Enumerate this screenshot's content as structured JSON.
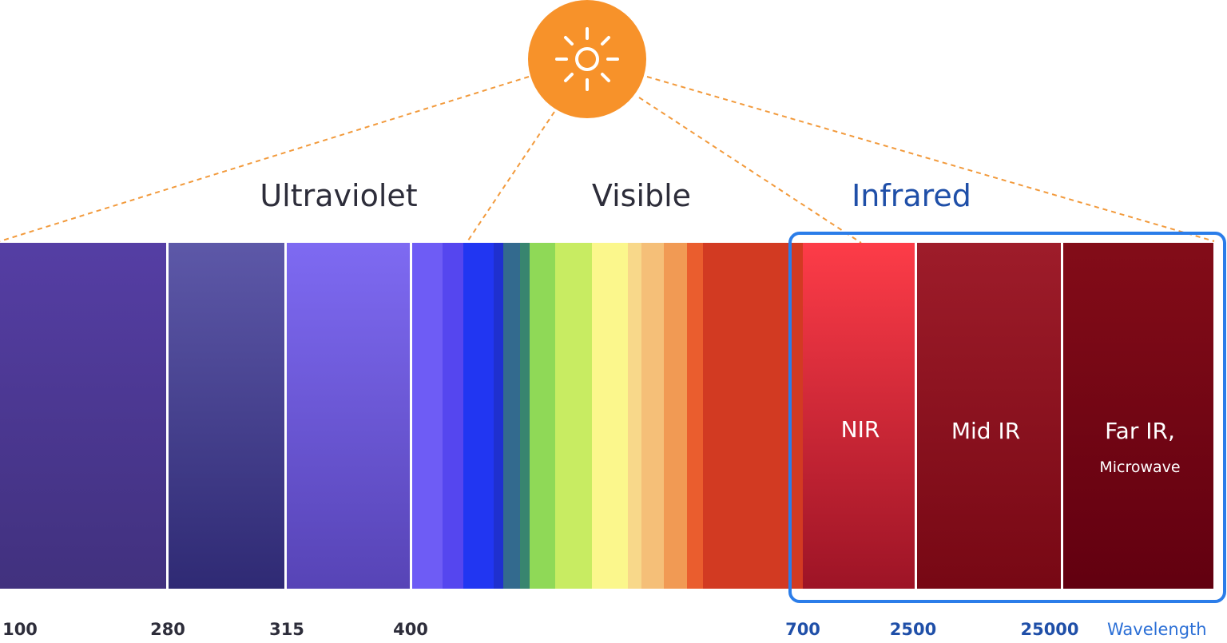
{
  "regions": {
    "ultraviolet": "Ultraviolet",
    "visible": "Visible",
    "infrared": "Infrared"
  },
  "bands": {
    "nir": "NIR",
    "mid_ir": "Mid IR",
    "far_ir": "Far IR,",
    "far_ir_sub": "Microwave"
  },
  "axis": {
    "ticks": [
      "100",
      "280",
      "315",
      "400",
      "700",
      "2500",
      "25000"
    ],
    "title": "Wavelength"
  },
  "icons": {
    "sun": "sun-icon"
  },
  "colors": {
    "sun": "#f7922a",
    "infrared_frame": "#2b7de9",
    "infrared_text": "#1f4fa8",
    "ray": "#f29a3c"
  }
}
